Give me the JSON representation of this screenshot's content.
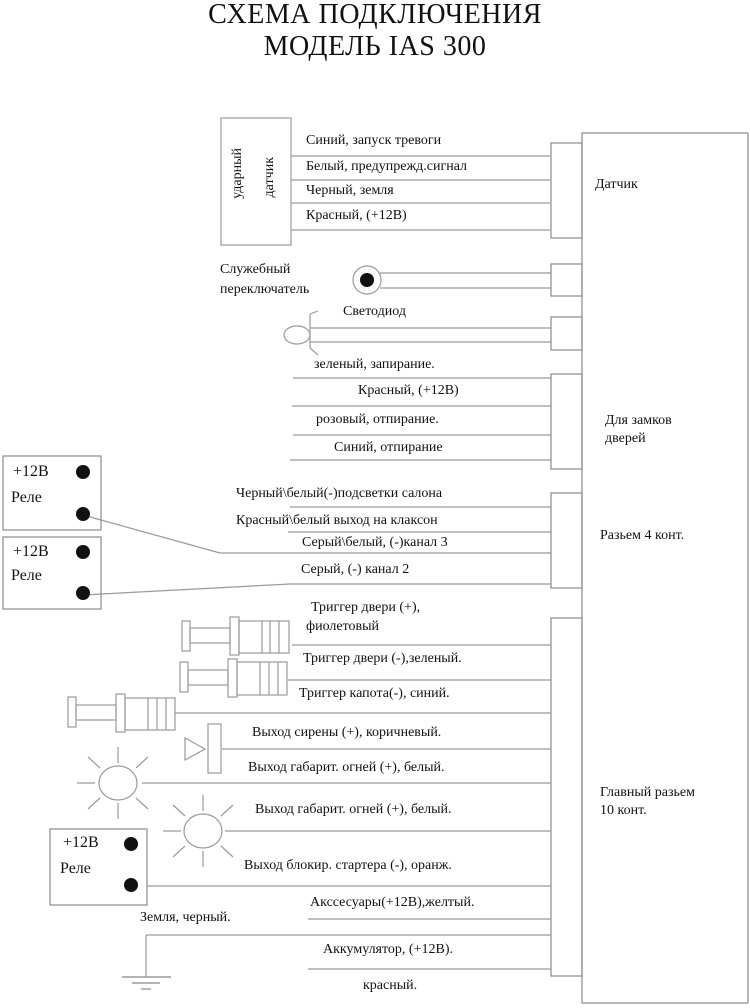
{
  "title": {
    "line1": "СХЕМА ПОДКЛЮЧЕНИЯ",
    "line2": "МОДЕЛЬ  IAS 300"
  },
  "shock_sensor": {
    "label_line1": "ударный",
    "label_line2": "датчик",
    "connector_label": "Датчик",
    "wires": [
      "Синий, запуск тревоги",
      "Белый, предупрежд.сигнал",
      "Черный, земля",
      "Красный, (+12В)"
    ]
  },
  "service_switch": {
    "label_line1": "Служебный",
    "label_line2": "переключатель"
  },
  "led": {
    "label": "Светодиод"
  },
  "door_locks": {
    "connector_label_line1": "Для замков",
    "connector_label_line2": "дверей",
    "wires": [
      "зеленый, запирание.",
      "Красный, (+12В)",
      "розовый, отпирание.",
      "Синий, отпирание"
    ]
  },
  "connector_4pin": {
    "connector_label": "Разьем 4 конт.",
    "wires": [
      "Черный\\белый(-)подсветки салона",
      "Красный\\белый выход на клаксон",
      "Серый\\белый, (-)канал 3",
      "Серый, (-) канал 2"
    ]
  },
  "relays": [
    {
      "voltage": "+12В",
      "label": "Реле"
    },
    {
      "voltage": "+12В",
      "label": "Реле"
    },
    {
      "voltage": "+12В",
      "label": "Реле"
    }
  ],
  "main_connector": {
    "connector_label_line1": "Главный разьем",
    "connector_label_line2": "10 конт.",
    "wires": [
      "Триггер двери (+),",
      "фиолетовый",
      "Триггер двери (-),зеленый.",
      "Триггер капота(-), синий.",
      "Выход сирены (+), коричневый.",
      "Выход габарит. огней (+), белый.",
      "Выход габарит. огней (+), белый.",
      "Выход блокир. стартера (-), оранж.",
      "Акссесуары(+12В),желтый.",
      "Аккумулятор, (+12В).",
      "красный."
    ],
    "ground_label": "Земля, черный."
  },
  "colors": {
    "line": "#9a9a9a",
    "box": "#8a8a8a",
    "text": "#111111",
    "dot": "#111111"
  }
}
